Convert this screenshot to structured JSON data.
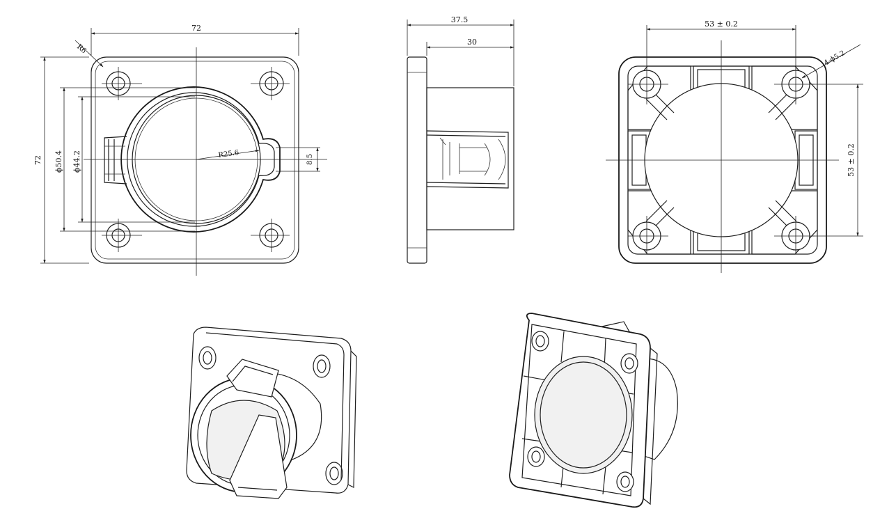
{
  "front_view": {
    "width_dim": "72",
    "height_dim": "72",
    "corner_radius": "R6",
    "outer_diameter": "ϕ50.4",
    "inner_diameter": "ϕ44.2",
    "arc_radius": "R25.6",
    "slot_width": "8.5"
  },
  "side_view": {
    "overall_depth": "37.5",
    "body_depth": "30"
  },
  "rear_view": {
    "hole_spacing_horizontal": "53 ± 0.2",
    "hole_spacing_vertical": "53 ± 0.2",
    "hole_callout": "4-ϕ5.2"
  },
  "colors": {
    "line": "#1e1e1e",
    "paper": "#ffffff",
    "shade": "#f1f1f1"
  }
}
